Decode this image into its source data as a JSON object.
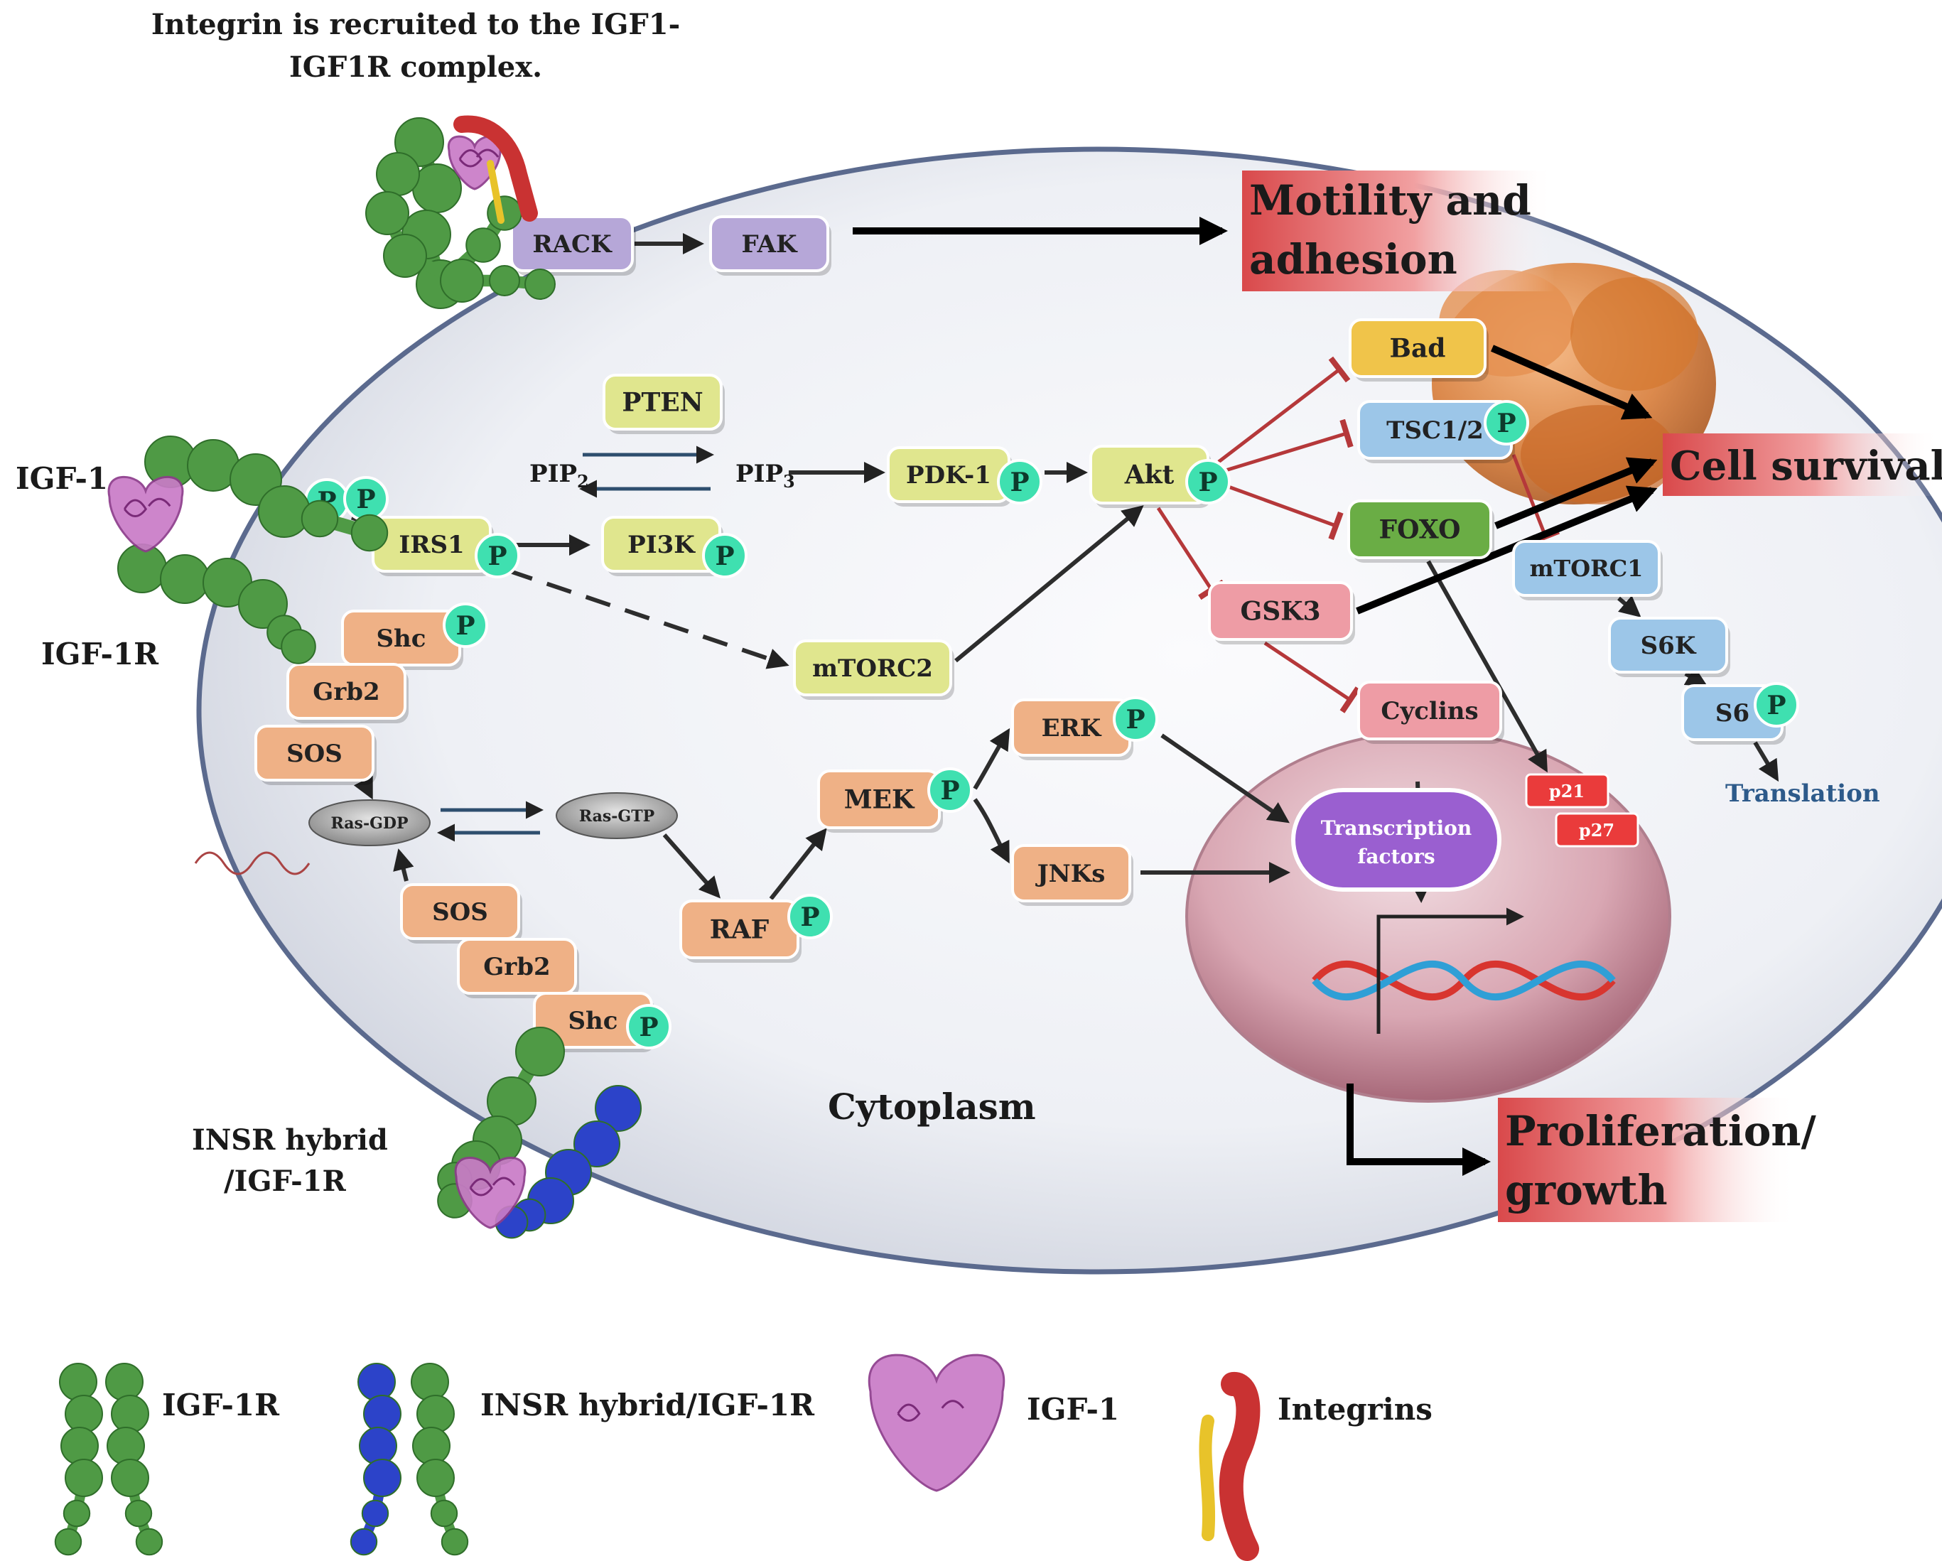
{
  "title": {
    "line1": "Integrin is recruited to the IGF1-",
    "line2": "IGF1R complex."
  },
  "labels": {
    "igf1": "IGF-1",
    "igf1r": "IGF-1R",
    "insr_line1": "INSR hybrid",
    "insr_line2": "/IGF-1R",
    "cytoplasm": "Cytoplasm",
    "translation": "Translation",
    "pip2": "PIP",
    "pip2_sub": "2",
    "pip3": "PIP",
    "pip3_sub": "3"
  },
  "outcomes": {
    "motility_line1": "Motility and",
    "motility_line2": "adhesion",
    "survival": "Cell survival",
    "prolif_line1": "Proliferation/",
    "prolif_line2": "growth"
  },
  "nodes": {
    "rack": "RACK",
    "fak": "FAK",
    "pten": "PTEN",
    "pdk1": "PDK-1",
    "akt": "Akt",
    "irs1": "IRS1",
    "pi3k": "PI3K",
    "mtorc2": "mTORC2",
    "shc_top": "Shc",
    "grb2_top": "Grb2",
    "sos_top": "SOS",
    "ras_gdp": "Ras-GDP",
    "ras_gtp": "Ras-GTP",
    "mek": "MEK",
    "raf": "RAF",
    "erk": "ERK",
    "jnks": "JNKs",
    "sos_bot": "SOS",
    "grb2_bot": "Grb2",
    "shc_bot": "Shc",
    "bad": "Bad",
    "tsc": "TSC1/2",
    "foxo": "FOXO",
    "gsk3": "GSK3",
    "cyclins": "Cyclins",
    "mtorc1": "mTORC1",
    "s6k": "S6K",
    "s6": "S6",
    "p21": "p21",
    "p27": "p27",
    "tf_line1": "Transcription",
    "tf_line2": "factors"
  },
  "phospho": "P",
  "legend": {
    "igf1r": "IGF-1R",
    "insr": "INSR hybrid/IGF-1R",
    "igf1": "IGF-1",
    "integrins": "Integrins"
  },
  "colors": {
    "purple_node": "#b6a7d8",
    "yellow_node": "#e0e68e",
    "orange_node": "#efb186",
    "blue_node": "#9cc6e8",
    "pink_node": "#ee9ca5",
    "bad_node": "#f0c44a",
    "foxo_node": "#6aad45",
    "phospho": "#3fe0b0",
    "receptor_green": "#4f9a45",
    "receptor_blue": "#2c43c9",
    "ligand_purple": "#c97bc7",
    "integrin_red": "#c93232",
    "integrin_yellow": "#e8c32a",
    "inhibit_red": "#b5383a"
  }
}
